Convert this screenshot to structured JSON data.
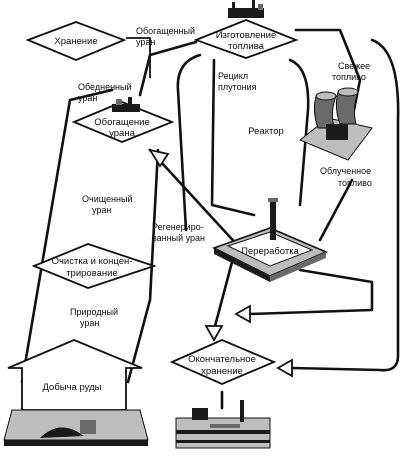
{
  "nodes": {
    "storage": "Хранение",
    "fuel_fabrication": [
      "Изготовление",
      "топлива"
    ],
    "enrichment": [
      "Обогащение",
      "урана"
    ],
    "reactor": "Реактор",
    "reprocessing": "Переработка",
    "purification": [
      "Очистка и концен-",
      "трирование"
    ],
    "mining": "Добыча руды",
    "final_disposal": [
      "Окончательное",
      "хранение"
    ]
  },
  "flows": {
    "enriched_uranium": [
      "Обогащенный",
      "уран"
    ],
    "depleted_uranium": [
      "Обедненный",
      "уран"
    ],
    "plutonium_recycle": [
      "Рецикл",
      "плутония"
    ],
    "fresh_fuel": [
      "Свежее",
      "топливо"
    ],
    "spent_fuel": [
      "Облученное",
      "топливо"
    ],
    "purified_uranium": [
      "Очищенный",
      "уран"
    ],
    "regenerated_uranium": [
      "Регенериро-",
      "ванный уран"
    ],
    "natural_uranium": [
      "Природный",
      "уран"
    ]
  }
}
